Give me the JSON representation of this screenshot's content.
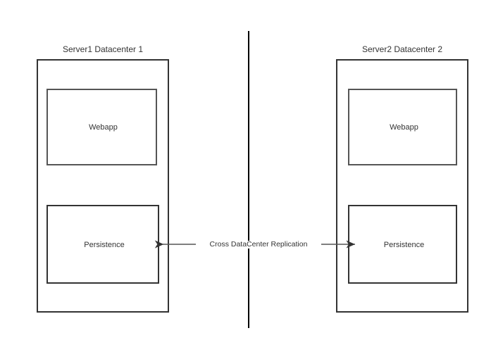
{
  "diagram": {
    "title_left": "Server1 Datacenter 1",
    "title_right": "Server2 Datacenter 2",
    "left_server": {
      "title": "Server1 Datacenter 1",
      "components": [
        {
          "label": "Webapp"
        },
        {
          "label": "Persistence"
        }
      ]
    },
    "right_server": {
      "title": "Server2 Datacenter 2",
      "components": [
        {
          "label": "Webapp"
        },
        {
          "label": "Persistence"
        }
      ]
    },
    "connection": {
      "label": "Cross DataCenter Replication",
      "arrow_left": "arrow-head-left",
      "arrow_right": "arrow-head-right"
    },
    "divider": {
      "name": "datacenter-boundary-line"
    },
    "colors": {
      "stroke_strong": "#333333",
      "stroke_soft": "#555555",
      "text": "#333333",
      "background": "#ffffff",
      "divider": "#000000"
    }
  }
}
